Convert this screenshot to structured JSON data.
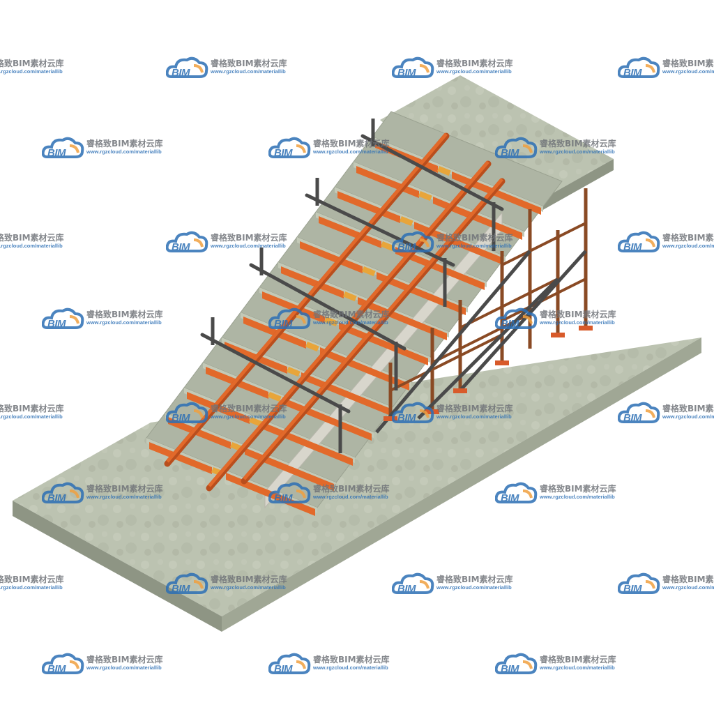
{
  "watermark": {
    "logo_text": "BIM",
    "brand_text": "睿格致BIM素材云库",
    "url_text": "www.rgzcloud.com/materiallib",
    "colors": {
      "cloud_blue": "#2c6fb5",
      "cloud_orange": "#f0a040",
      "text_gray": "#6f7378"
    }
  },
  "scene": {
    "subject": "stair-formwork-with-scaffold-support",
    "colors": {
      "slab_top": "#b9c0ae",
      "slab_side": "#8e9584",
      "step_concrete": "#aeb5a4",
      "joist_orange": "#e2692a",
      "joist_orange_dark": "#b94e1d",
      "cleat_yellow": "#e8a53a",
      "side_board": "#d8d6cc",
      "tube_gray": "#4a4a4a",
      "scaffold_rust": "#8a4a24",
      "base_plate": "#d85a2a"
    }
  }
}
